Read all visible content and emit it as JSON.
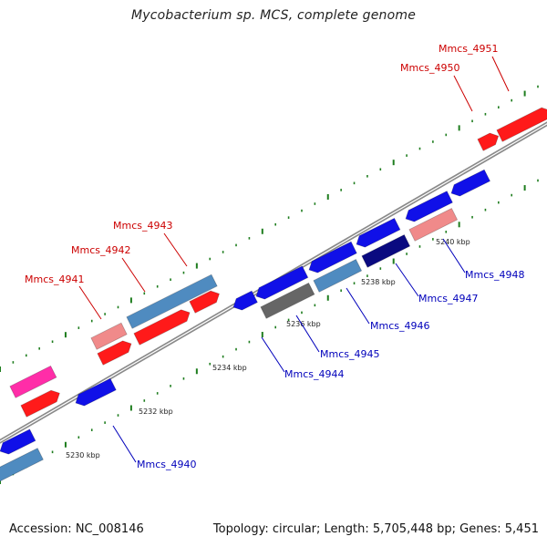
{
  "title": "Mycobacterium sp. MCS, complete genome",
  "footer": {
    "accession": "Accession: NC_008146",
    "summary": "Topology: circular; Length: 5,705,448 bp; Genes: 5,451"
  },
  "colors": {
    "backbone": "#8a8a8a",
    "tick": "#1e7d1e",
    "forward_label": "#cc0000",
    "reverse_label": "#0000bb",
    "red": "#ff1a1a",
    "pink": "#f08a8a",
    "steel": "#4f8bc0",
    "blue": "#1010e8",
    "navy": "#0a0a80",
    "gray": "#666666",
    "magenta": "#ff2da8"
  },
  "scale_ticks": [
    "5230 kbp",
    "5232 kbp",
    "5234 kbp",
    "5236 kbp",
    "5238 kbp",
    "5240 kbp"
  ],
  "forward_genes": [
    {
      "label": "Mmcs_4941"
    },
    {
      "label": "Mmcs_4942"
    },
    {
      "label": "Mmcs_4943"
    },
    {
      "label": "Mmcs_4950"
    },
    {
      "label": "Mmcs_4951"
    }
  ],
  "reverse_genes": [
    {
      "label": "Mmcs_4940"
    },
    {
      "label": "Mmcs_4944"
    },
    {
      "label": "Mmcs_4945"
    },
    {
      "label": "Mmcs_4946"
    },
    {
      "label": "Mmcs_4947"
    },
    {
      "label": "Mmcs_4948"
    }
  ]
}
